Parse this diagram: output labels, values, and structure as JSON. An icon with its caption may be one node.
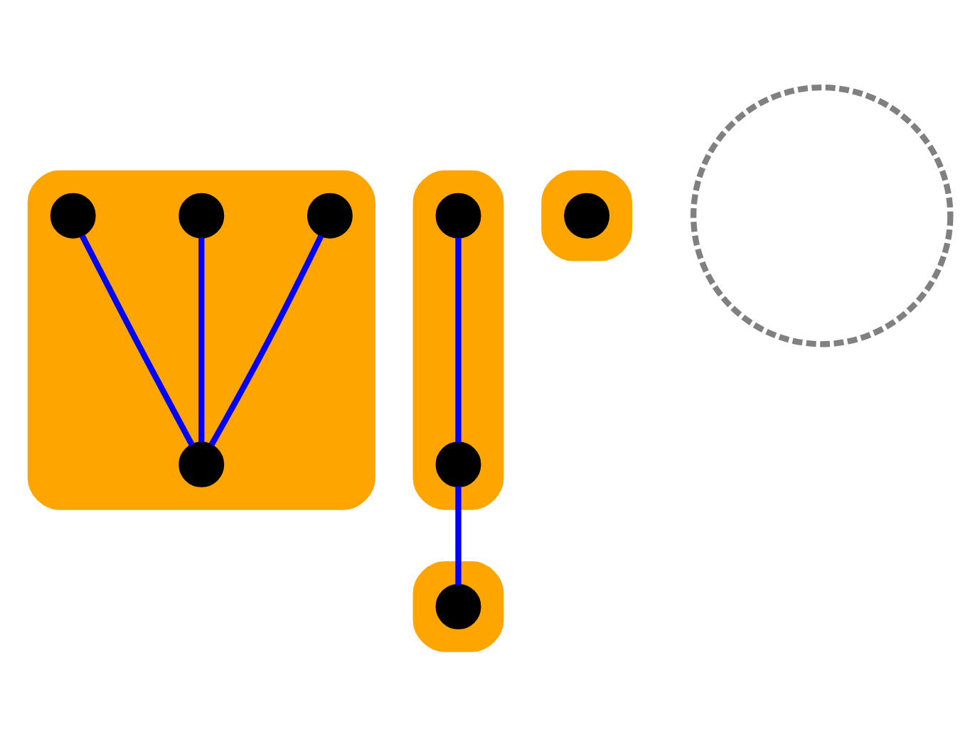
{
  "diagram": {
    "nodes": [
      {
        "text": [],
        "shape": "region"
      },
      {
        "text": [],
        "shape": "circle",
        "in": 0
      },
      {
        "text": [],
        "shape": "region"
      },
      {
        "text": [],
        "shape": "circle",
        "in": 2
      },
      {
        "text": [],
        "shape": "circle",
        "in": 0
      },
      {
        "text": [],
        "shape": "circle",
        "in": 2
      },
      {
        "text": [],
        "shape": "circle",
        "in": 0
      },
      {
        "text": [],
        "shape": "circle",
        "in": 0
      },
      {
        "text": [],
        "shape": "region"
      },
      {
        "text": [],
        "shape": "circle",
        "in": 8
      },
      {
        "text": [],
        "shape": "region"
      },
      {
        "text": [],
        "shape": "circle",
        "in": 10
      },
      {
        "text": [],
        "shape": "circle"
      }
    ],
    "edges": [
      {
        "from": 3,
        "to": 5,
        "arrow": "none"
      },
      {
        "from": 5,
        "to": 9,
        "arrow": "none"
      },
      {
        "from": 1,
        "to": 6,
        "arrow": "none"
      },
      {
        "from": 4,
        "to": 6,
        "arrow": "none"
      },
      {
        "from": 7,
        "to": 6,
        "arrow": "none"
      }
    ]
  }
}
